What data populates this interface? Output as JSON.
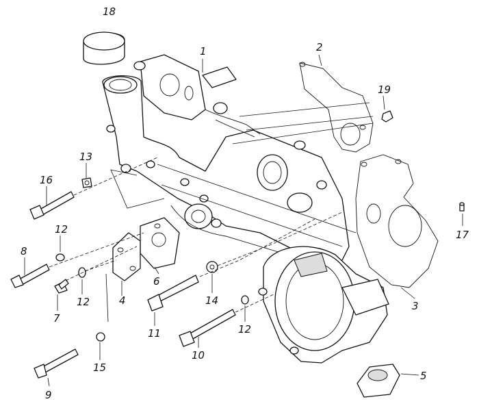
{
  "diagram": {
    "callouts": [
      {
        "id": "1",
        "label": "1"
      },
      {
        "id": "2",
        "label": "2"
      },
      {
        "id": "3",
        "label": "3"
      },
      {
        "id": "4",
        "label": "4"
      },
      {
        "id": "5",
        "label": "5"
      },
      {
        "id": "6",
        "label": "6"
      },
      {
        "id": "7",
        "label": "7"
      },
      {
        "id": "8",
        "label": "8"
      },
      {
        "id": "9",
        "label": "9"
      },
      {
        "id": "10",
        "label": "10"
      },
      {
        "id": "11",
        "label": "11"
      },
      {
        "id": "12a",
        "label": "12"
      },
      {
        "id": "12b",
        "label": "12"
      },
      {
        "id": "12c",
        "label": "12"
      },
      {
        "id": "13",
        "label": "13"
      },
      {
        "id": "14",
        "label": "14"
      },
      {
        "id": "15",
        "label": "15"
      },
      {
        "id": "16",
        "label": "16"
      },
      {
        "id": "17",
        "label": "17"
      },
      {
        "id": "18",
        "label": "18"
      },
      {
        "id": "19",
        "label": "19"
      }
    ]
  }
}
